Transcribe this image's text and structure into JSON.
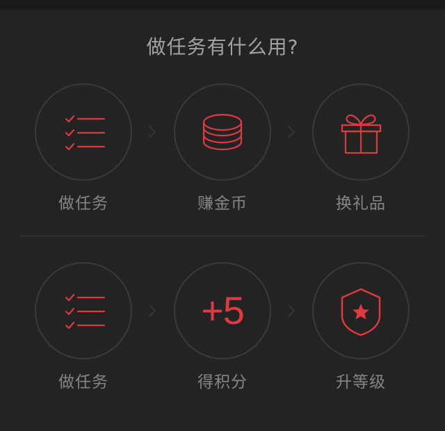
{
  "title": "做任务有什么用?",
  "colors": {
    "accent": "#e03a3e",
    "background": "#232323",
    "title_text": "#a2a2a2",
    "label_text": "#858585",
    "circle_border": "#3a3a3a"
  },
  "rows": [
    {
      "steps": [
        {
          "label": "做任务",
          "icon": "checklist-icon"
        },
        {
          "label": "赚金币",
          "icon": "coins-icon"
        },
        {
          "label": "换礼品",
          "icon": "gift-icon"
        }
      ]
    },
    {
      "steps": [
        {
          "label": "做任务",
          "icon": "checklist-icon"
        },
        {
          "label": "得积分",
          "icon": "points-text",
          "text": "+5"
        },
        {
          "label": "升等级",
          "icon": "shield-star-icon"
        }
      ]
    }
  ],
  "arrow_icon": "chevron-right-icon"
}
